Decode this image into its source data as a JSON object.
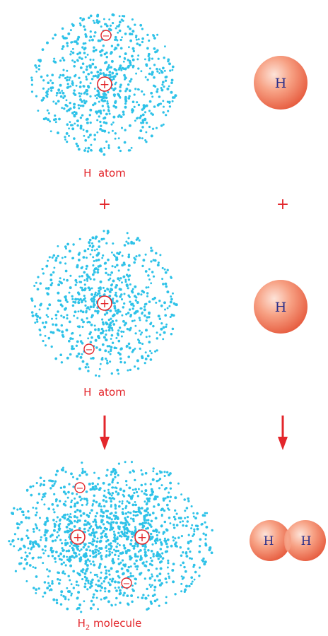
{
  "colors": {
    "electron_dot": "#2ec2e8",
    "label_red": "#e3262b",
    "nucleus_stroke": "#e3262b",
    "ball_symbol": "#2a2f8a"
  },
  "left": {
    "atom_1_label": "H  atom",
    "plus": "+",
    "atom_2_label": "H  atom",
    "molecule_label_main": "H",
    "molecule_label_sub": "2",
    "molecule_label_rest": " molecule",
    "nucleus_symbol": "+",
    "electron_symbol": "−"
  },
  "right": {
    "ball_1": "H",
    "plus": "+",
    "ball_2": "H",
    "ball_3a": "H",
    "ball_3b": "H"
  }
}
